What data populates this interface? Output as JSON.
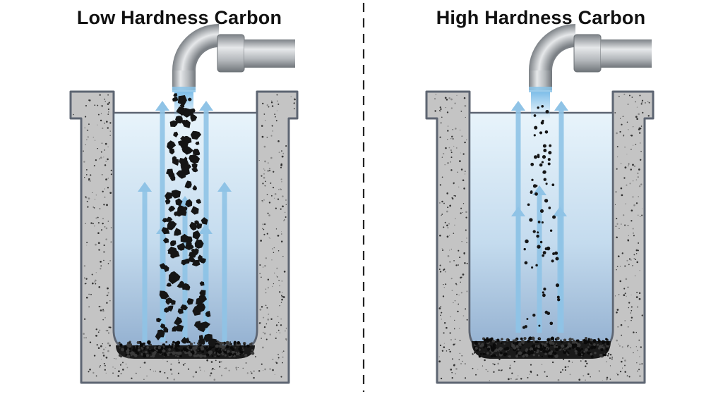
{
  "panels": {
    "left": {
      "title": "Low Hardness Carbon",
      "particle_size": "large",
      "particle_density": "high"
    },
    "right": {
      "title": "High Hardness Carbon",
      "particle_size": "small",
      "particle_density": "low"
    }
  },
  "colors": {
    "concrete": "#c4c4c4",
    "concrete_edge": "#5d6572",
    "water_top": "#e6f2fa",
    "water_bottom": "#98b3d2",
    "arrow": "#8fc3e6",
    "particle": "#151515",
    "pipe": "#b4b8bc",
    "divider": "#222222"
  }
}
